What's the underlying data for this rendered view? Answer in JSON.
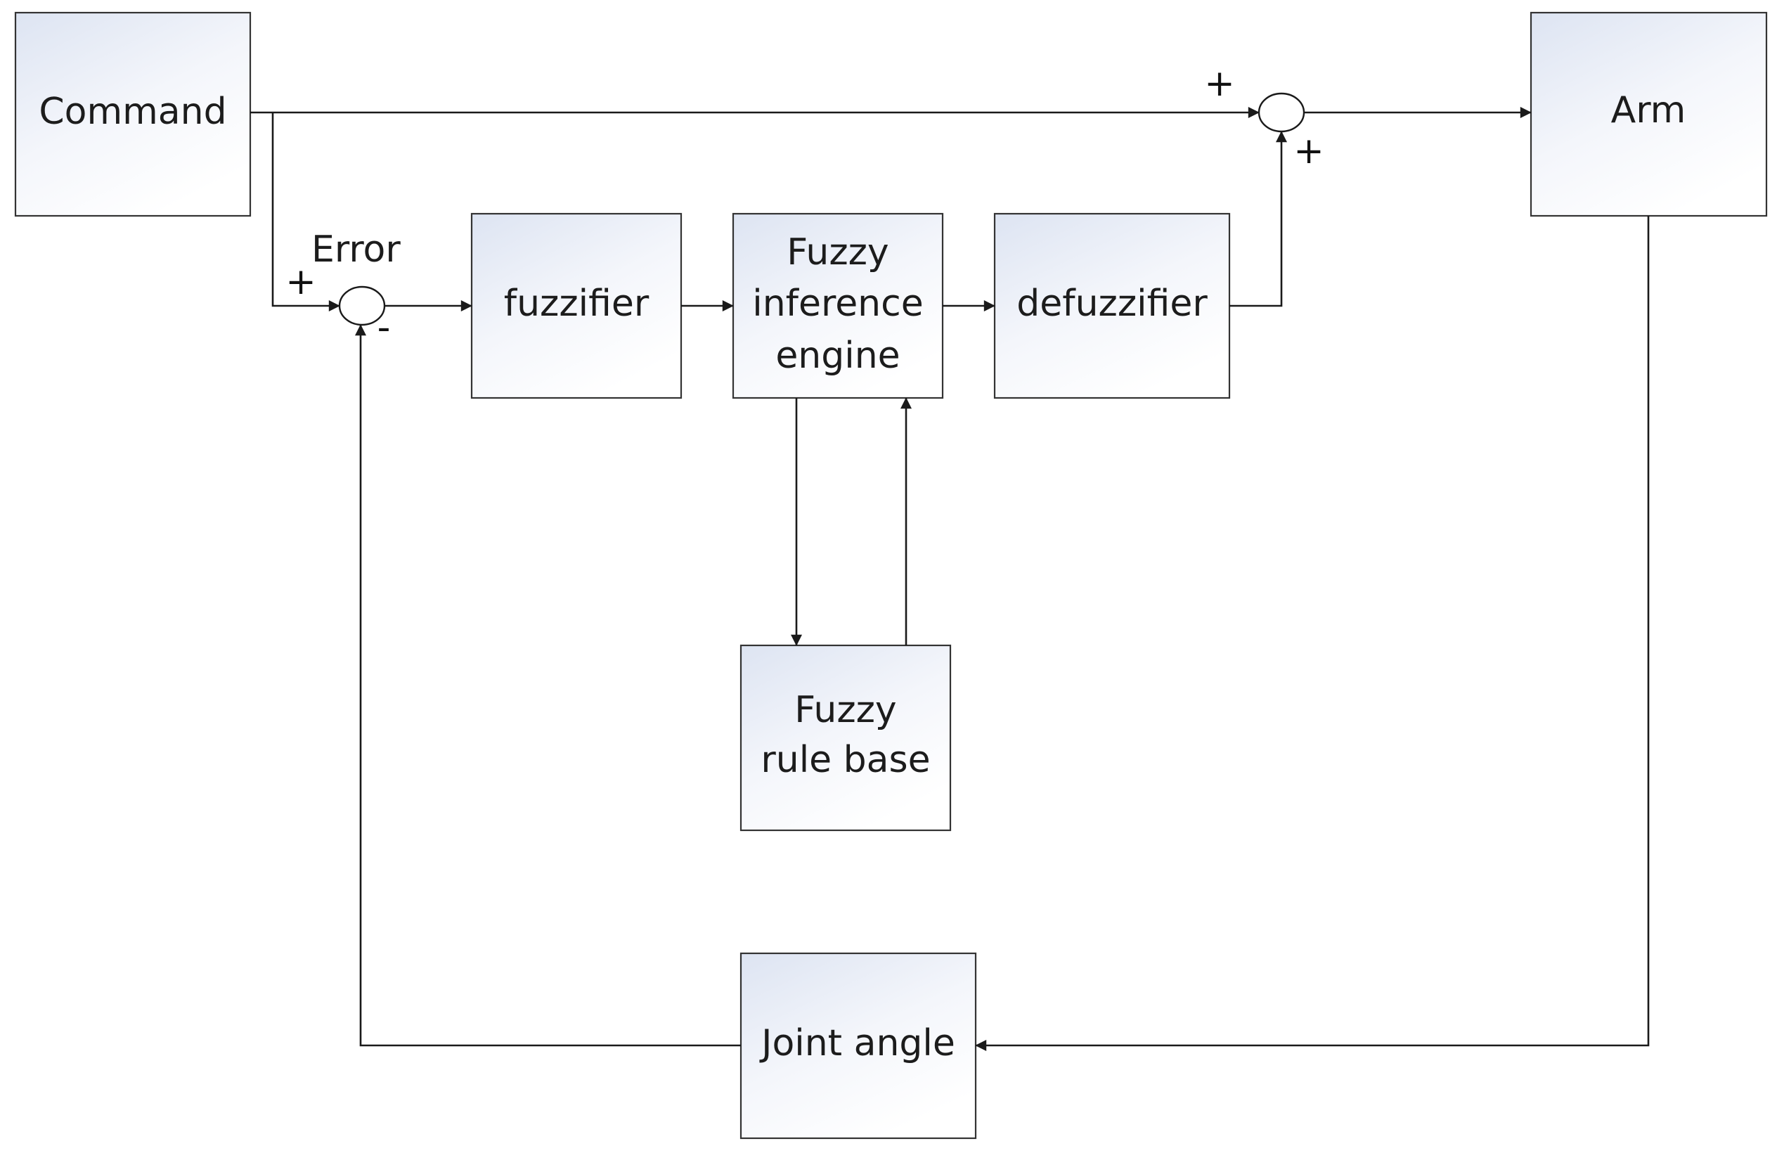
{
  "blocks": {
    "command": "Command",
    "arm": "Arm",
    "fuzzifier": "fuzzifier",
    "inference_engine": [
      "Fuzzy",
      "inference",
      "engine"
    ],
    "defuzzifier": "defuzzifier",
    "rule_base": [
      "Fuzzy",
      "rule base"
    ],
    "joint_angle": "Joint angle"
  },
  "labels": {
    "error": "Error",
    "error_junction_plus": "+",
    "error_junction_minus": "-",
    "sum_junction_plus_top": "+",
    "sum_junction_plus_bottom": "+"
  },
  "colors": {
    "block_fill_top": "#dde4f2",
    "block_fill_bottom": "#ffffff",
    "line": "#1a1a1a"
  }
}
